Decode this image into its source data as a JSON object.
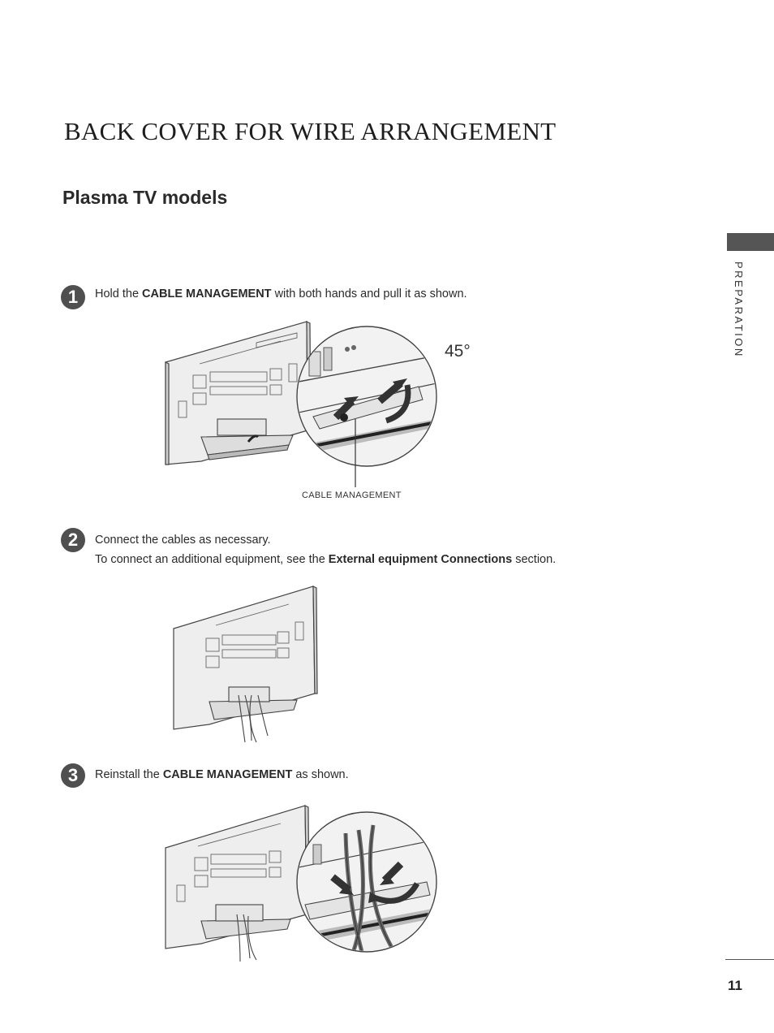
{
  "page": {
    "title": "BACK COVER FOR WIRE ARRANGEMENT",
    "section": "Plasma TV models",
    "side_tab": "PREPARATION",
    "page_number": "11"
  },
  "steps": [
    {
      "number": "1",
      "pre": "Hold the ",
      "bold": "CABLE MANAGEMENT",
      "post": " with both hands and pull it as shown."
    },
    {
      "number": "2",
      "line1": "Connect the cables as necessary.",
      "line2_pre": "To connect an additional equipment, see the ",
      "line2_bold": "External equipment Connections",
      "line2_post": " section."
    },
    {
      "number": "3",
      "pre": "Reinstall the ",
      "bold": "CABLE MANAGEMENT",
      "post": " as shown."
    }
  ],
  "figures": {
    "angle_label": "45°",
    "callout_label": "CABLE MANAGEMENT"
  }
}
